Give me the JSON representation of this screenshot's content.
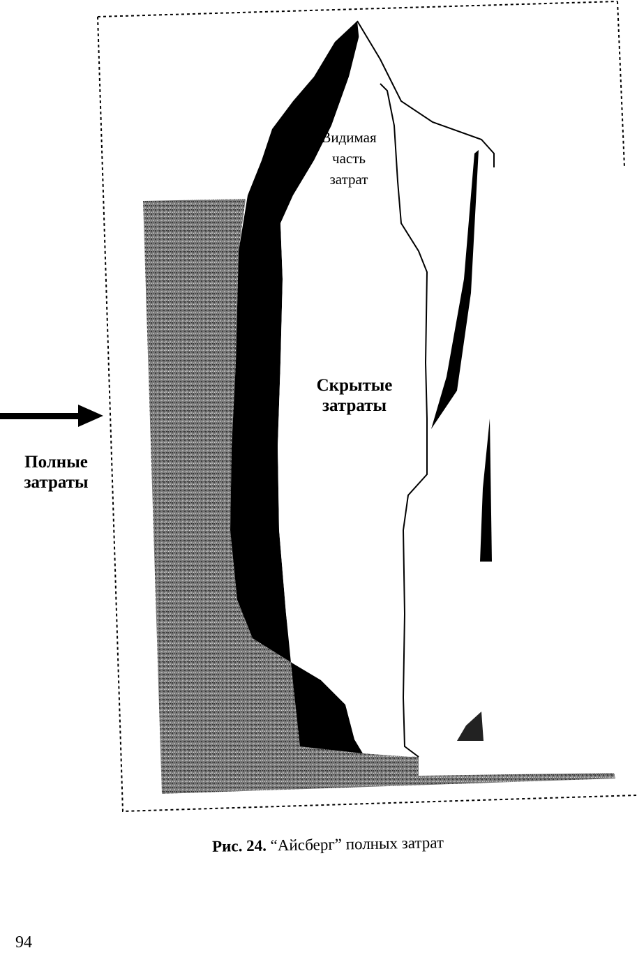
{
  "labels": {
    "visible_costs": [
      "Видимая",
      "часть",
      "затрат"
    ],
    "hidden_costs": [
      "Скрытые",
      "затраты"
    ],
    "total_costs": [
      "Полные",
      "затраты"
    ]
  },
  "caption": {
    "number": "Рис. 24.",
    "text": "“Айсберг” полных затрат"
  },
  "page_number": "94",
  "colors": {
    "ink": "#000000",
    "water": "#6e6e6e",
    "paper": "#ffffff"
  }
}
